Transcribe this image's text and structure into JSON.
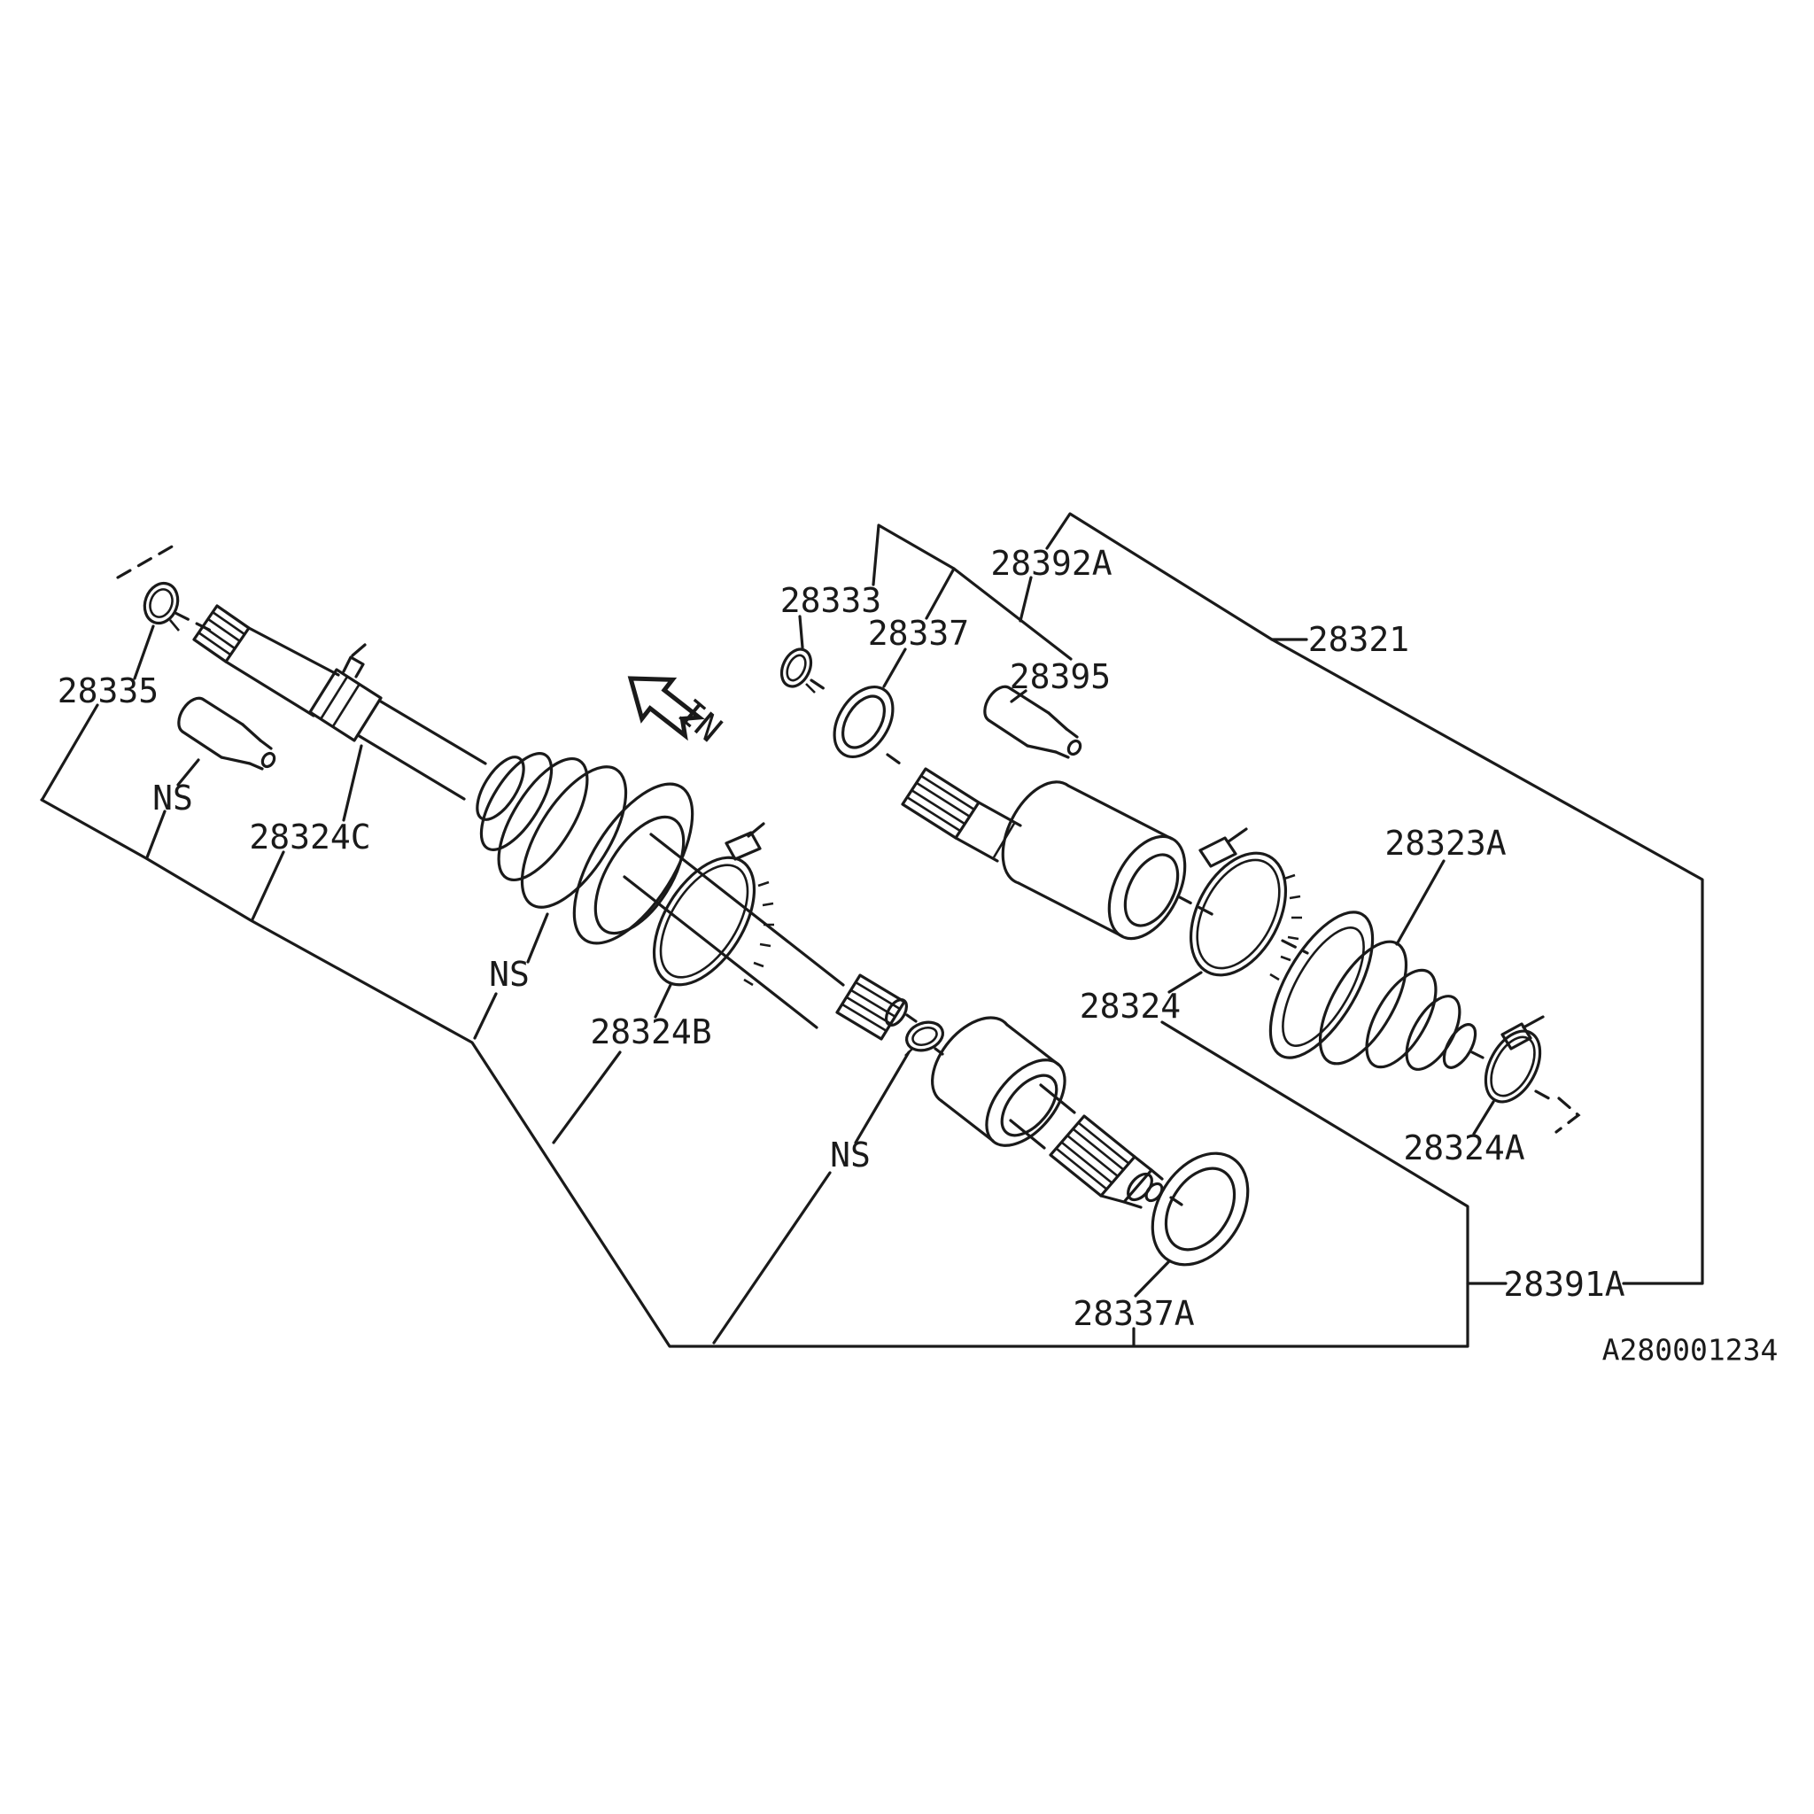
{
  "diagram": {
    "type": "exploded-parts-diagram",
    "subject": "front axle drive shaft",
    "background_color": "#ffffff",
    "ink_color": "#1a1a1a",
    "figure_code": "A280001234",
    "direction_label": "IN",
    "callouts": {
      "p28335": "28335",
      "ns_grease_outer": "NS",
      "p28324C": "28324C",
      "ns_boot_outer": "NS",
      "p28324B": "28324B",
      "ns_inner": "NS",
      "p28337A": "28337A",
      "p28333": "28333",
      "p28337": "28337",
      "p28392A": "28392A",
      "p28395": "28395",
      "p28321": "28321",
      "p28323A": "28323A",
      "p28324": "28324",
      "p28324A": "28324A",
      "p28391A": "28391A"
    }
  }
}
